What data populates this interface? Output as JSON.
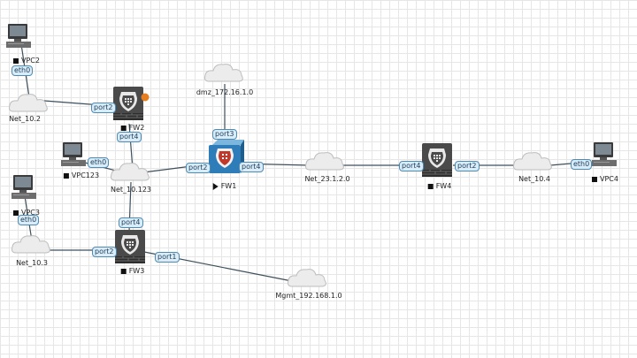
{
  "nodes": {
    "vpc2": {
      "label": "VPC2",
      "icon": "computer-icon"
    },
    "vpc123": {
      "label": "VPC123",
      "icon": "computer-icon"
    },
    "vpc3": {
      "label": "VPC3",
      "icon": "computer-icon"
    },
    "vpc4": {
      "label": "VPC4",
      "icon": "computer-icon"
    },
    "net_10_2": {
      "label": "Net_10.2",
      "icon": "cloud-icon"
    },
    "net_10_123": {
      "label": "Net_10.123",
      "icon": "cloud-icon"
    },
    "net_10_3": {
      "label": "Net_10.3",
      "icon": "cloud-icon"
    },
    "net_10_4": {
      "label": "Net_10.4",
      "icon": "cloud-icon"
    },
    "net_23": {
      "label": "Net_23.1.2.0",
      "icon": "cloud-icon"
    },
    "dmz": {
      "label": "dmz_172.16.1.0",
      "icon": "cloud-icon"
    },
    "mgmt": {
      "label": "Mgmt_192.168.1.0",
      "icon": "cloud-icon"
    },
    "fw1": {
      "label": "FW1",
      "icon": "firewall-icon"
    },
    "fw2": {
      "label": "FW2",
      "icon": "firewall-icon"
    },
    "fw3": {
      "label": "FW3",
      "icon": "firewall-icon"
    },
    "fw4": {
      "label": "FW4",
      "icon": "firewall-icon"
    }
  },
  "ports": {
    "vpc2_eth0": "eth0",
    "fw2_port2": "port2",
    "fw2_port4": "port4",
    "vpc123_eth0": "eth0",
    "vpc3_eth0": "eth0",
    "fw3_port4": "port4",
    "fw3_port2": "port2",
    "fw3_port1": "port1",
    "fw1_port3": "port3",
    "fw1_port2": "port2",
    "fw1_port4": "port4",
    "fw4_port4": "port4",
    "fw4_port2": "port2",
    "vpc4_eth0": "eth0"
  },
  "colors": {
    "link": "#3d4f5c",
    "port_bg": "#d9ecf8",
    "port_border": "#4d8bb5",
    "fw_dark": "#4a4a4a",
    "fw1_accent": "#c0392b",
    "fw2_alert": "#e67e22"
  }
}
